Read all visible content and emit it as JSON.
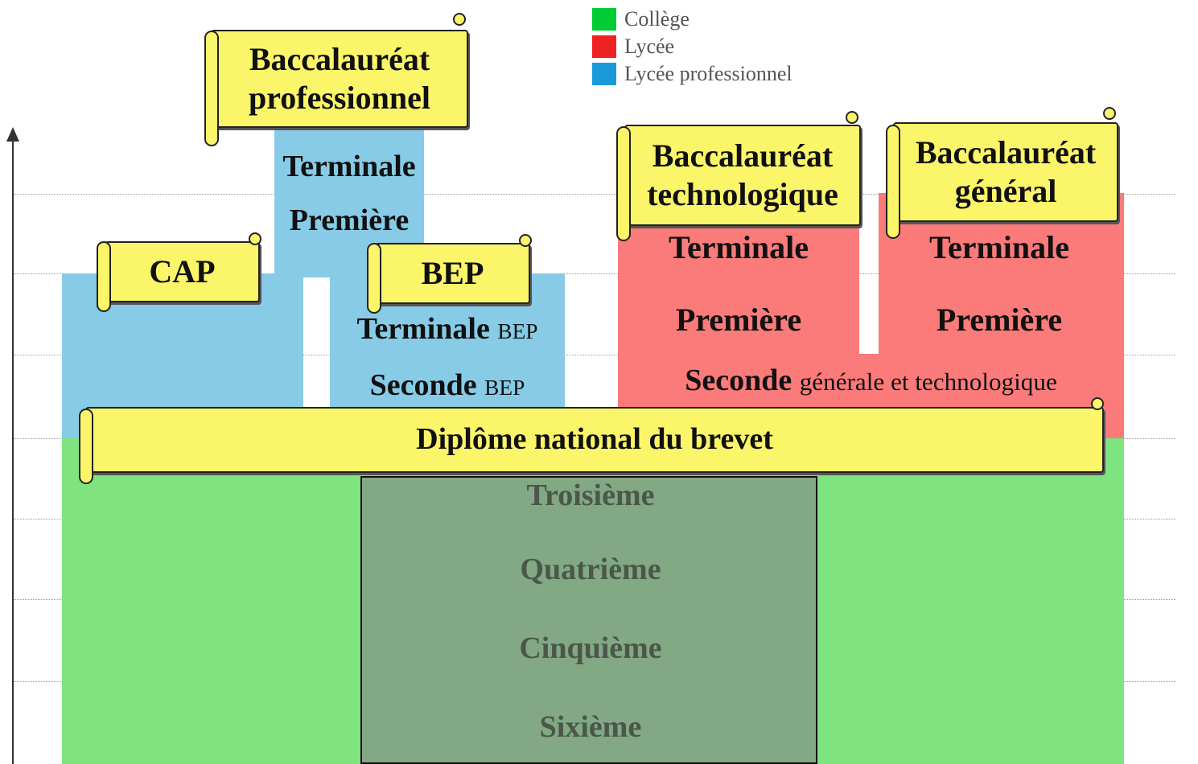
{
  "legend": {
    "college": {
      "label": "Collège",
      "color": "#00cc33"
    },
    "lycee": {
      "label": "Lycée",
      "color": "#ee2222"
    },
    "lycee_pro": {
      "label": "Lycée professionnel",
      "color": "#1a9ad6"
    }
  },
  "diplomas": {
    "bac_pro": {
      "line1": "Baccalauréat",
      "line2": "professionnel"
    },
    "cap": "CAP",
    "bep": "BEP",
    "bac_techno": {
      "line1": "Baccalauréat",
      "line2": "technologique"
    },
    "bac_general": {
      "line1": "Baccalauréat",
      "line2": "général"
    },
    "brevet": "Diplôme national du brevet"
  },
  "lycee_pro": {
    "terminale": "Terminale",
    "premiere": "Première",
    "terminale_bep": "Terminale",
    "seconde_bep": "Seconde",
    "bep_suffix": "BEP"
  },
  "lycee": {
    "techno_terminale": "Terminale",
    "techno_premiere": "Première",
    "general_terminale": "Terminale",
    "general_premiere": "Première",
    "seconde": "Seconde",
    "seconde_suffix": "générale et technologique"
  },
  "college": {
    "levels": [
      "Troisième",
      "Quatrième",
      "Cinquième",
      "Sixième"
    ]
  }
}
